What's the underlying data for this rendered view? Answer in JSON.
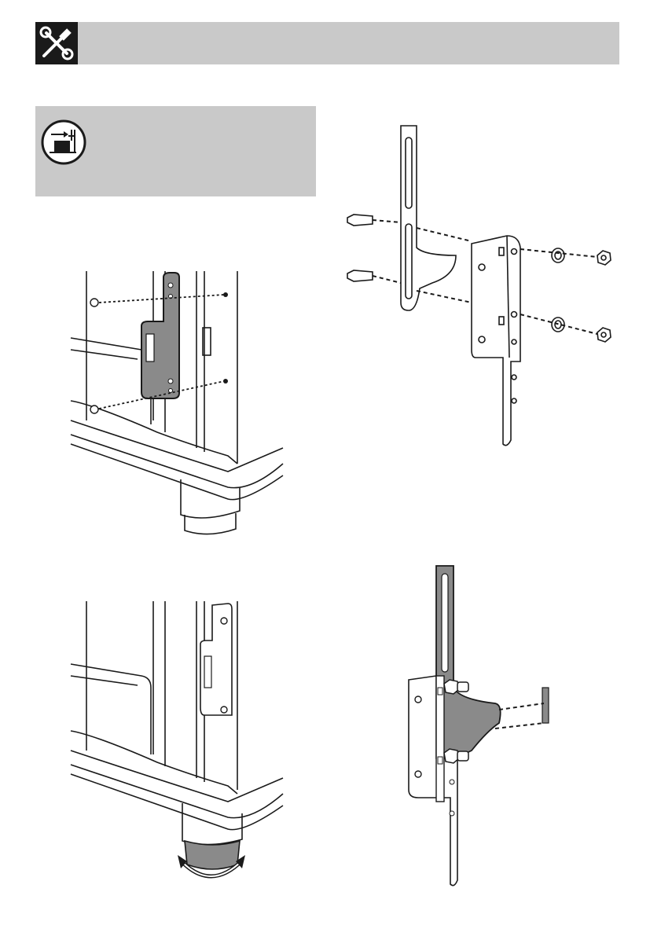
{
  "header": {
    "icon": "tools-icon",
    "title": ""
  },
  "warning": {
    "icon": "tip-protection-icon",
    "text": ""
  },
  "figures": [
    {
      "id": "fig-side-bracket-screws",
      "icon": "bracket-fixing-screws"
    },
    {
      "id": "fig-bracket-assembly-exploded",
      "icon": "bracket-bolts-washers-nuts"
    },
    {
      "id": "fig-foot-adjustment",
      "icon": "adjustable-foot-rotate"
    },
    {
      "id": "fig-bracket-to-wall",
      "icon": "bracket-hook-to-wall"
    }
  ]
}
